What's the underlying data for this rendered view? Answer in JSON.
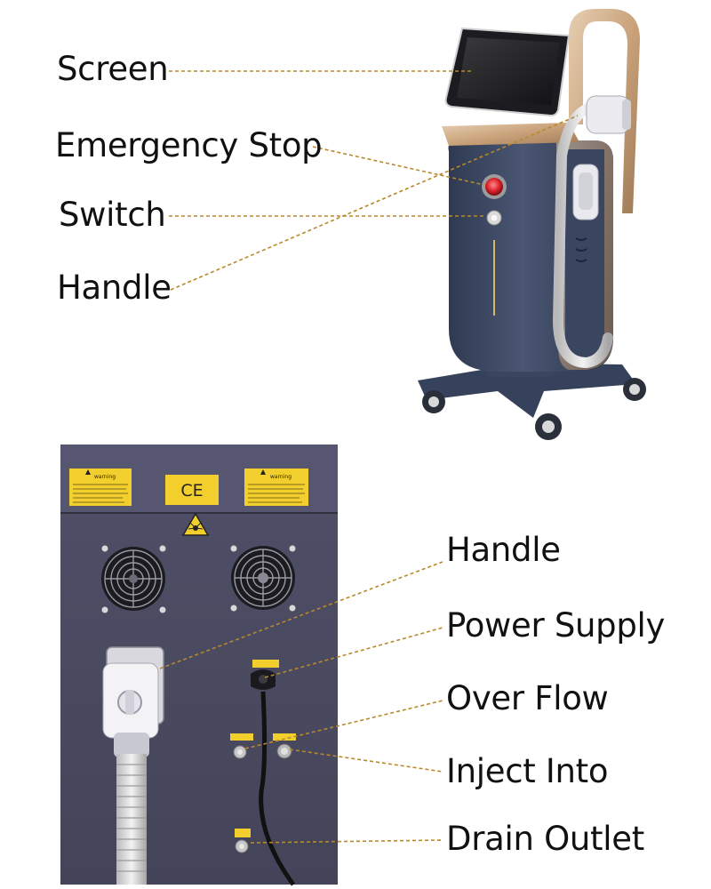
{
  "top_labels": {
    "screen": "Screen",
    "emergency_stop": "Emergency Stop",
    "switch": "Switch",
    "handle": "Handle"
  },
  "bottom_labels": {
    "handle": "Handle",
    "power_supply": "Power Supply",
    "over_flow": "Over Flow",
    "inject_into": "Inject Into",
    "drain_outlet": "Drain Outlet"
  },
  "panel_text": {
    "warning_left": "warning",
    "warning_right": "warning",
    "ce_mark": "CE"
  },
  "colors": {
    "leader_line": "#b8892b",
    "machine_body": "#3e4a63",
    "rear_panel": "#4a4a62",
    "gold_trim": "#c9a27a",
    "warning_sticker": "#f2cf2c"
  }
}
